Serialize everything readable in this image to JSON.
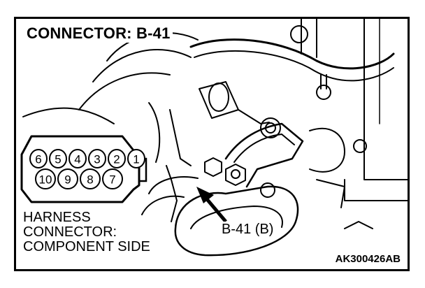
{
  "title": "CONNECTOR: B-41",
  "harness_label": [
    "HARNESS",
    "CONNECTOR:",
    "COMPONENT SIDE"
  ],
  "callout_label": "B-41 (B)",
  "figure_code": "AK300426AB",
  "connector": {
    "top_row_pins": [
      "6",
      "5",
      "4",
      "3",
      "2",
      "1"
    ],
    "bottom_row_pins": [
      "10",
      "9",
      "8",
      "7"
    ]
  },
  "colors": {
    "line": "#000000",
    "background": "#ffffff"
  }
}
